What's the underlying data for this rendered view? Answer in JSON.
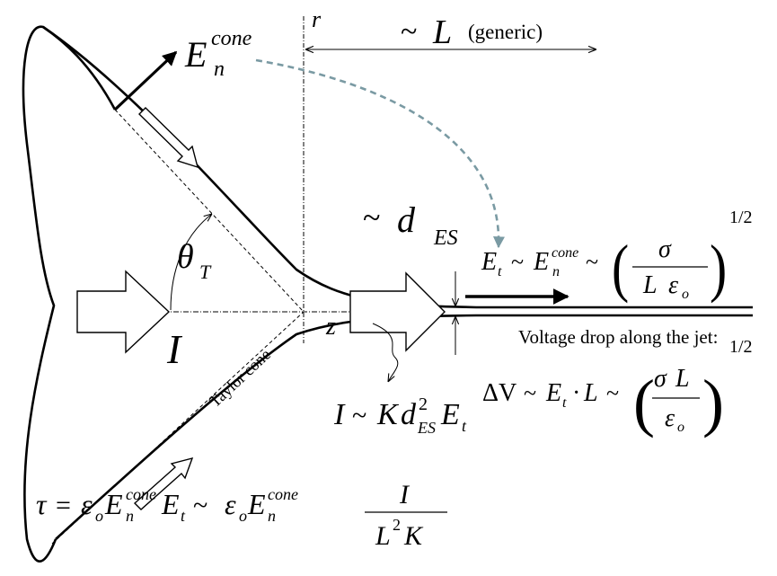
{
  "labels": {
    "r": "r",
    "tilde": "~",
    "L": "L",
    "generic": "(generic)",
    "E": "E",
    "n": "n",
    "cone": "cone",
    "d": "d",
    "ES": "ES",
    "theta": "θ",
    "T": "T",
    "I": "I",
    "z": "z",
    "taylor_cone": "Taylor cone",
    "voltage_drop": "Voltage drop along the jet:"
  },
  "equations": {
    "et_lhs_E": "E",
    "et_lhs_t": "t",
    "et_sigma": "σ",
    "et_L": "L",
    "et_eps": "ε",
    "et_o": "o",
    "et_exp": "1/2",
    "current_K": "K",
    "current_d": "d",
    "current_2": "2",
    "current_ES": "ES",
    "current_E": "E",
    "current_t": "t",
    "dv_delta": "ΔV",
    "dv_dot": "·",
    "dv_sigma": "σ",
    "dv_L": "L",
    "dv_eps": "ε",
    "dv_o": "o",
    "dv_exp": "1/2",
    "tau": "τ",
    "eq": "=",
    "eps": "ε",
    "o": "o",
    "frac_I": "I",
    "frac_L": "L",
    "frac_2": "2",
    "frac_K": "K"
  },
  "colors": {
    "curve": "#000000",
    "dashed_arrow": "#7a9aa3"
  }
}
